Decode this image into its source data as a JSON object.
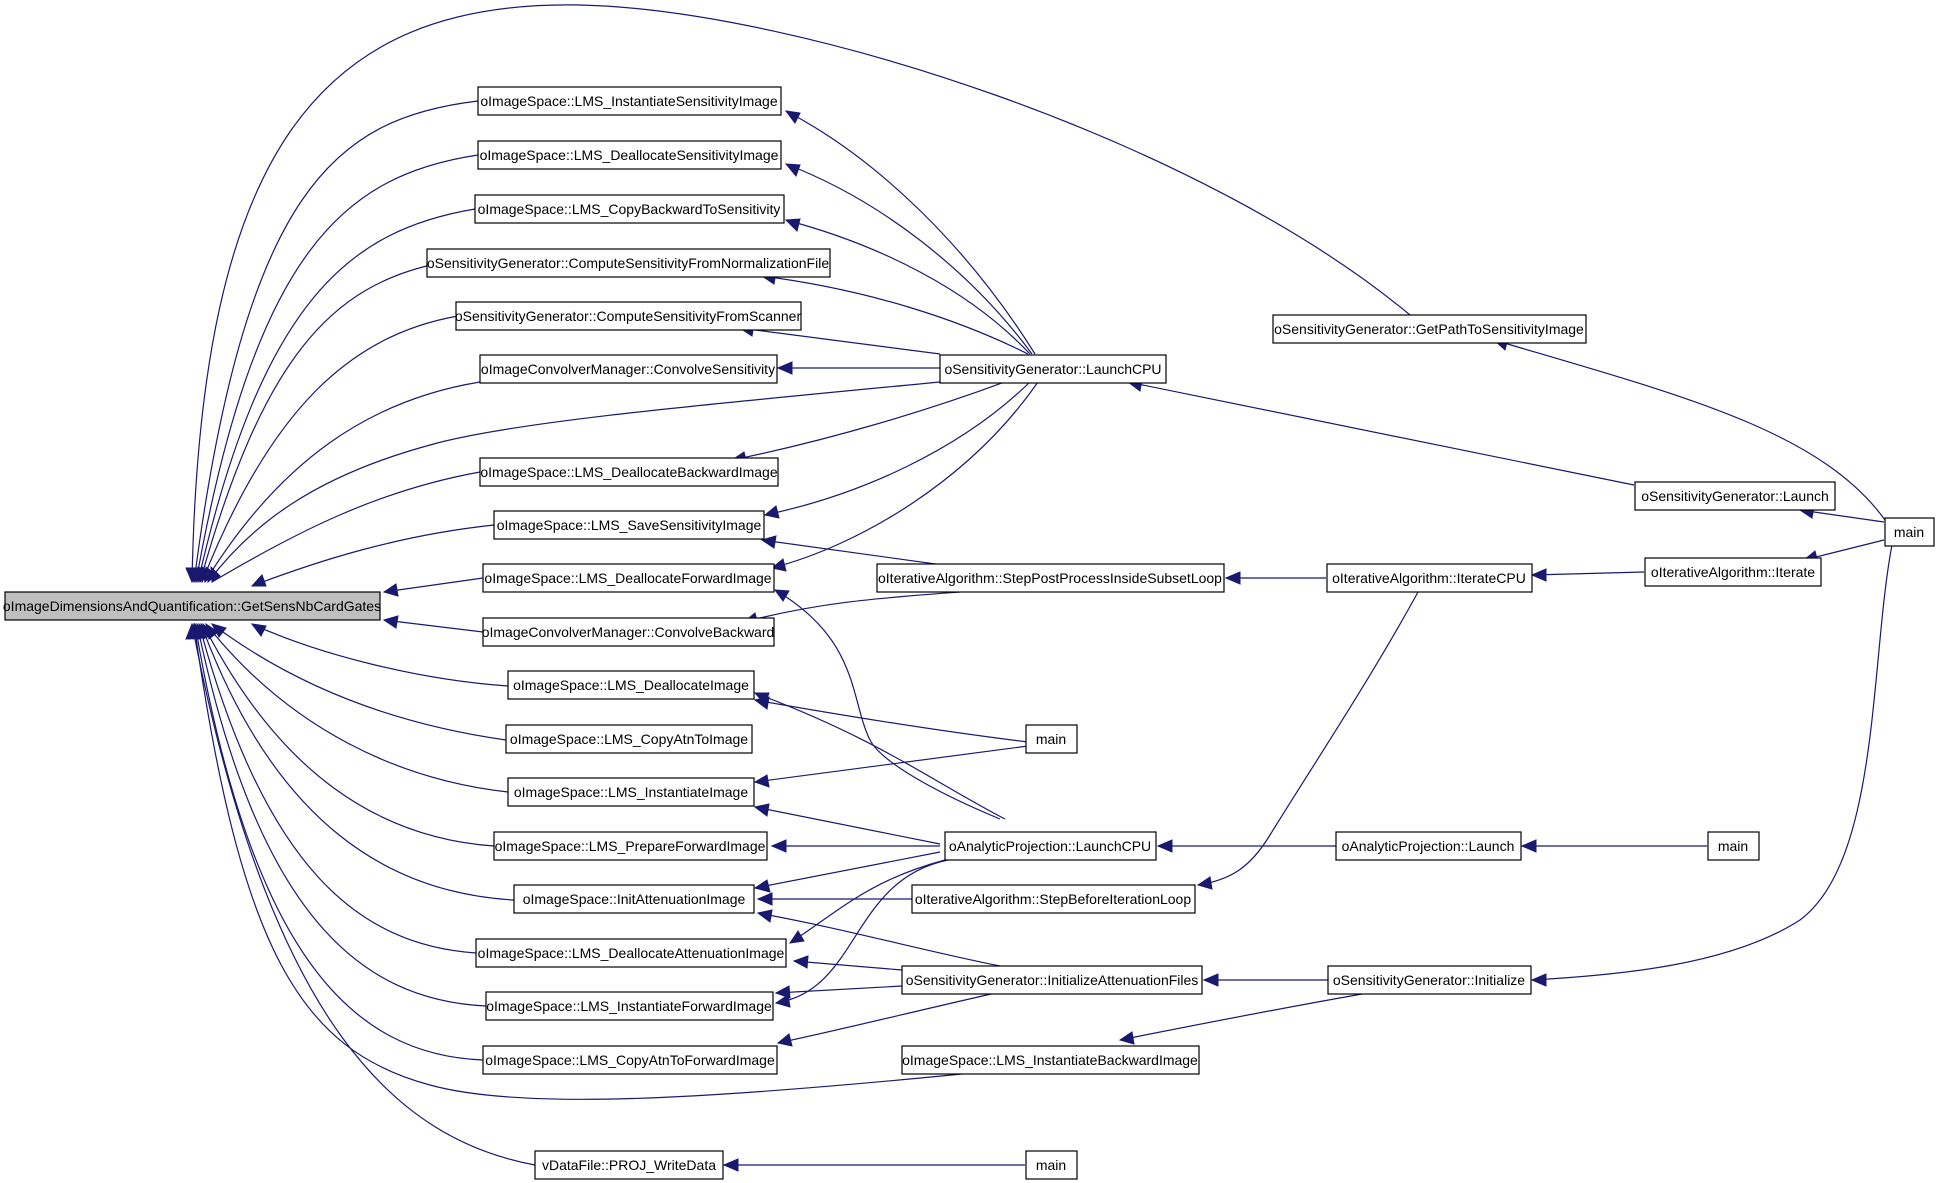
{
  "diagram": {
    "type": "caller-graph",
    "colors": {
      "edge": "#191970",
      "root_fill": "#bfbfbf",
      "node_fill": "#ffffff",
      "border": "#000000"
    },
    "nodes": [
      {
        "id": "root",
        "label": "oImageDimensionsAndQuantification::GetSensNbCardGates",
        "root": true
      },
      {
        "id": "instSens",
        "label": "oImageSpace::LMS_InstantiateSensitivityImage"
      },
      {
        "id": "deallocSens",
        "label": "oImageSpace::LMS_DeallocateSensitivityImage"
      },
      {
        "id": "copyBack",
        "label": "oImageSpace::LMS_CopyBackwardToSensitivity"
      },
      {
        "id": "compNorm",
        "label": "oSensitivityGenerator::ComputeSensitivityFromNormalizationFile"
      },
      {
        "id": "compScan",
        "label": "oSensitivityGenerator::ComputeSensitivityFromScanner"
      },
      {
        "id": "convSens",
        "label": "oImageConvolverManager::ConvolveSensitivity"
      },
      {
        "id": "deallocBack",
        "label": "oImageSpace::LMS_DeallocateBackwardImage"
      },
      {
        "id": "saveSens",
        "label": "oImageSpace::LMS_SaveSensitivityImage"
      },
      {
        "id": "deallocFwd",
        "label": "oImageSpace::LMS_DeallocateForwardImage"
      },
      {
        "id": "convBack",
        "label": "oImageConvolverManager::ConvolveBackward"
      },
      {
        "id": "deallocImg",
        "label": "oImageSpace::LMS_DeallocateImage"
      },
      {
        "id": "copyAtnImg",
        "label": "oImageSpace::LMS_CopyAtnToImage"
      },
      {
        "id": "instImg",
        "label": "oImageSpace::LMS_InstantiateImage"
      },
      {
        "id": "prepFwd",
        "label": "oImageSpace::LMS_PrepareForwardImage"
      },
      {
        "id": "initAtn",
        "label": "oImageSpace::InitAttenuationImage"
      },
      {
        "id": "deallocAtn",
        "label": "oImageSpace::LMS_DeallocateAttenuationImage"
      },
      {
        "id": "instFwd",
        "label": "oImageSpace::LMS_InstantiateForwardImage"
      },
      {
        "id": "copyAtnFwd",
        "label": "oImageSpace::LMS_CopyAtnToForwardImage"
      },
      {
        "id": "projWrite",
        "label": "vDataFile::PROJ_WriteData"
      },
      {
        "id": "launchCPU",
        "label": "oSensitivityGenerator::LaunchCPU"
      },
      {
        "id": "stepPost",
        "label": "oIterativeAlgorithm::StepPostProcessInsideSubsetLoop"
      },
      {
        "id": "main1",
        "label": "main"
      },
      {
        "id": "anaLaunchCPU",
        "label": "oAnalyticProjection::LaunchCPU"
      },
      {
        "id": "stepBefore",
        "label": "oIterativeAlgorithm::StepBeforeIterationLoop"
      },
      {
        "id": "initAtnFiles",
        "label": "oSensitivityGenerator::InitializeAttenuationFiles"
      },
      {
        "id": "instBackImg",
        "label": "oImageSpace::LMS_InstantiateBackwardImage"
      },
      {
        "id": "main2",
        "label": "main"
      },
      {
        "id": "getPath",
        "label": "oSensitivityGenerator::GetPathToSensitivityImage"
      },
      {
        "id": "sensLaunch",
        "label": "oSensitivityGenerator::Launch"
      },
      {
        "id": "iterCPU",
        "label": "oIterativeAlgorithm::IterateCPU"
      },
      {
        "id": "anaLaunch",
        "label": "oAnalyticProjection::Launch"
      },
      {
        "id": "sensInit",
        "label": "oSensitivityGenerator::Initialize"
      },
      {
        "id": "iterate",
        "label": "oIterativeAlgorithm::Iterate"
      },
      {
        "id": "main3",
        "label": "main"
      },
      {
        "id": "main4",
        "label": "main"
      }
    ]
  }
}
